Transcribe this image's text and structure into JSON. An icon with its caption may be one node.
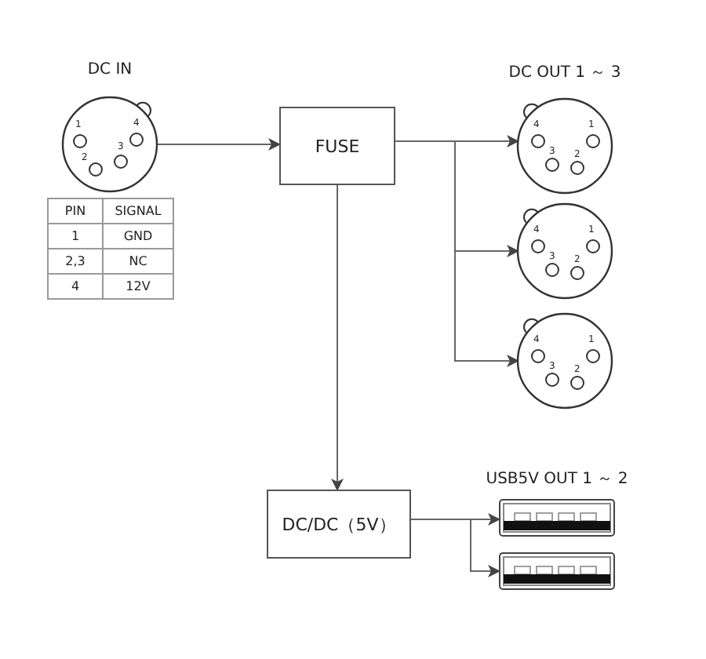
{
  "diagram": {
    "nodes": [
      {
        "text": [
          "DC IN"
        ]
      },
      {
        "text": [
          "FUSE"
        ]
      },
      {
        "text": [],
        "shape": "circle"
      },
      {
        "text": [],
        "shape": "circle"
      },
      {
        "text": [],
        "shape": "circle"
      },
      {
        "text": [
          "DC/DC（5V）"
        ]
      },
      {
        "text": [],
        "shape": "box"
      },
      {
        "text": [],
        "shape": "box"
      }
    ],
    "edges": [
      {
        "from": 0,
        "to": 1,
        "arrow": "to"
      },
      {
        "from": 1,
        "to": 2,
        "arrow": "to"
      },
      {
        "from": 1,
        "to": 3,
        "arrow": "to"
      },
      {
        "from": 1,
        "to": 4,
        "arrow": "to"
      },
      {
        "from": 1,
        "to": 5,
        "arrow": "to"
      },
      {
        "from": 5,
        "to": 6,
        "arrow": "to"
      },
      {
        "from": 5,
        "to": 7,
        "arrow": "to"
      }
    ],
    "labels": [
      "DC OUT 1 ～ 3",
      "1",
      "4",
      "3",
      "2",
      "4",
      "1",
      "3",
      "2",
      "PIN",
      "SIGNAL",
      "1",
      "GND",
      "2,3",
      "NC",
      "4",
      "12V",
      "4",
      "1",
      "3",
      "2",
      "4",
      "1",
      "3",
      "2",
      "USB5V OUT 1 ～ 2"
    ]
  }
}
